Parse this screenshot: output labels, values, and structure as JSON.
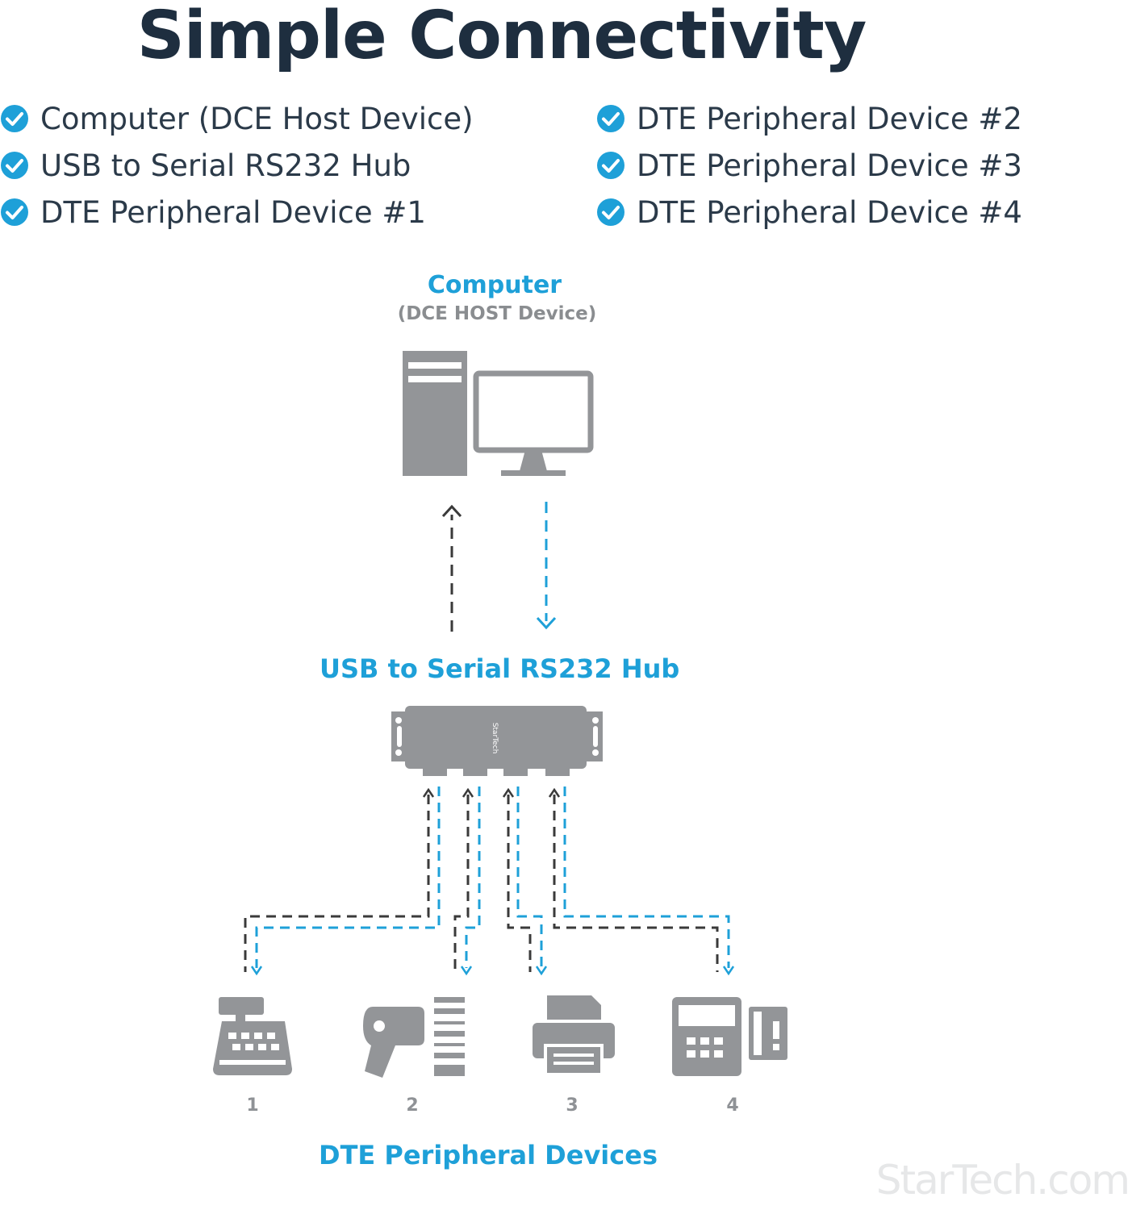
{
  "title": "Simple Connectivity",
  "checklist_left": [
    "Computer (DCE Host Device)",
    "USB to Serial RS232 Hub",
    "DTE Peripheral Device #1"
  ],
  "checklist_right": [
    "DTE Peripheral Device #2",
    "DTE Peripheral Device #3",
    "DTE Peripheral Device #4"
  ],
  "computer": {
    "label": "Computer",
    "sublabel": "(DCE HOST Device)"
  },
  "hub": {
    "label": "USB to Serial RS232 Hub",
    "brand": "StarTech"
  },
  "peripherals": {
    "label": "DTE Peripheral Devices",
    "numbers": [
      "1",
      "2",
      "3",
      "4"
    ]
  },
  "watermark": "StarTech.com",
  "colors": {
    "accent": "#1ea0d8",
    "dark": "#1e2e3f",
    "device_gray": "#939598",
    "line_dark": "#3a3a3a"
  },
  "icons": [
    "check-circle-icon",
    "computer-tower-icon",
    "monitor-icon",
    "cash-register-icon",
    "barcode-scanner-icon",
    "printer-icon",
    "card-terminal-icon"
  ]
}
